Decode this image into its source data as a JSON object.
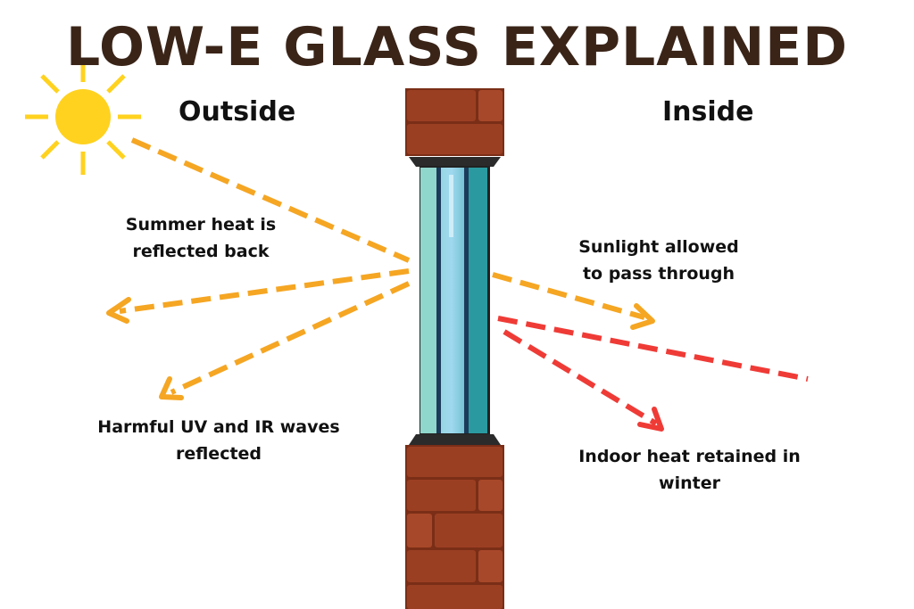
{
  "title": "LOW-E GLASS EXPLAINED",
  "labels": {
    "outside": "Outside",
    "inside": "Inside"
  },
  "captions": {
    "summer_line1": "Summer heat is",
    "summer_line2": "reflected back",
    "sunlight_line1": "Sunlight allowed",
    "sunlight_line2": "to pass through",
    "uv_line1": "Harmful UV and IR waves",
    "uv_line2": "reflected",
    "indoor_line1": "Indoor heat retained in",
    "indoor_line2": "winter"
  },
  "icons": [
    "sun-icon",
    "brick-wall",
    "double-glazed-window"
  ],
  "colors": {
    "title": "#3a2418",
    "sun": "#ffd21f",
    "reflected_arrows": "#f5a623",
    "retained_heat_arrows": "#ef3b36",
    "brick": "#9b3f22",
    "glass": "#8fd3e8",
    "frame": "#2a2a2a"
  }
}
